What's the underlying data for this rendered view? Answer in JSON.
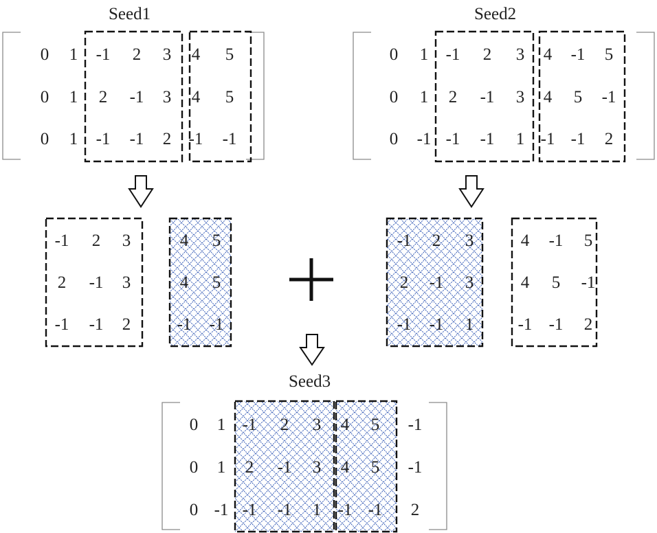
{
  "labels": {
    "seed1": "Seed1",
    "seed2": "Seed2",
    "seed3": "Seed3"
  },
  "colors": {
    "hatch": "#3a5fb8",
    "ink": "#111111",
    "bracket": "#8a8a8a"
  },
  "seed1": [
    [
      "0",
      "1",
      "-1",
      "2",
      "3",
      "4",
      "5"
    ],
    [
      "0",
      "1",
      "2",
      "-1",
      "3",
      "4",
      "5"
    ],
    [
      "0",
      "1",
      "-1",
      "-1",
      "2",
      "-1",
      "-1"
    ]
  ],
  "seed2": [
    [
      "0",
      "1",
      "-1",
      "2",
      "3",
      "4",
      "-1",
      "5"
    ],
    [
      "0",
      "1",
      "2",
      "-1",
      "3",
      "4",
      "5",
      "-1"
    ],
    [
      "0",
      "-1",
      "-1",
      "-1",
      "1",
      "-1",
      "-1",
      "2"
    ]
  ],
  "seed1_block_a": [
    [
      "-1",
      "2",
      "3"
    ],
    [
      "2",
      "-1",
      "3"
    ],
    [
      "-1",
      "-1",
      "2"
    ]
  ],
  "seed1_block_b": [
    [
      "4",
      "5"
    ],
    [
      "4",
      "5"
    ],
    [
      "-1",
      "-1"
    ]
  ],
  "seed2_block_a": [
    [
      "-1",
      "2",
      "3"
    ],
    [
      "2",
      "-1",
      "3"
    ],
    [
      "-1",
      "-1",
      "1"
    ]
  ],
  "seed2_block_b": [
    [
      "4",
      "-1",
      "5"
    ],
    [
      "4",
      "5",
      "-1"
    ],
    [
      "-1",
      "-1",
      "2"
    ]
  ],
  "seed3": [
    [
      "0",
      "1",
      "-1",
      "2",
      "3",
      "4",
      "5",
      "-1"
    ],
    [
      "0",
      "1",
      "2",
      "-1",
      "3",
      "4",
      "5",
      "-1"
    ],
    [
      "0",
      "-1",
      "-1",
      "-1",
      "1",
      "-1",
      "-1",
      "2"
    ]
  ]
}
